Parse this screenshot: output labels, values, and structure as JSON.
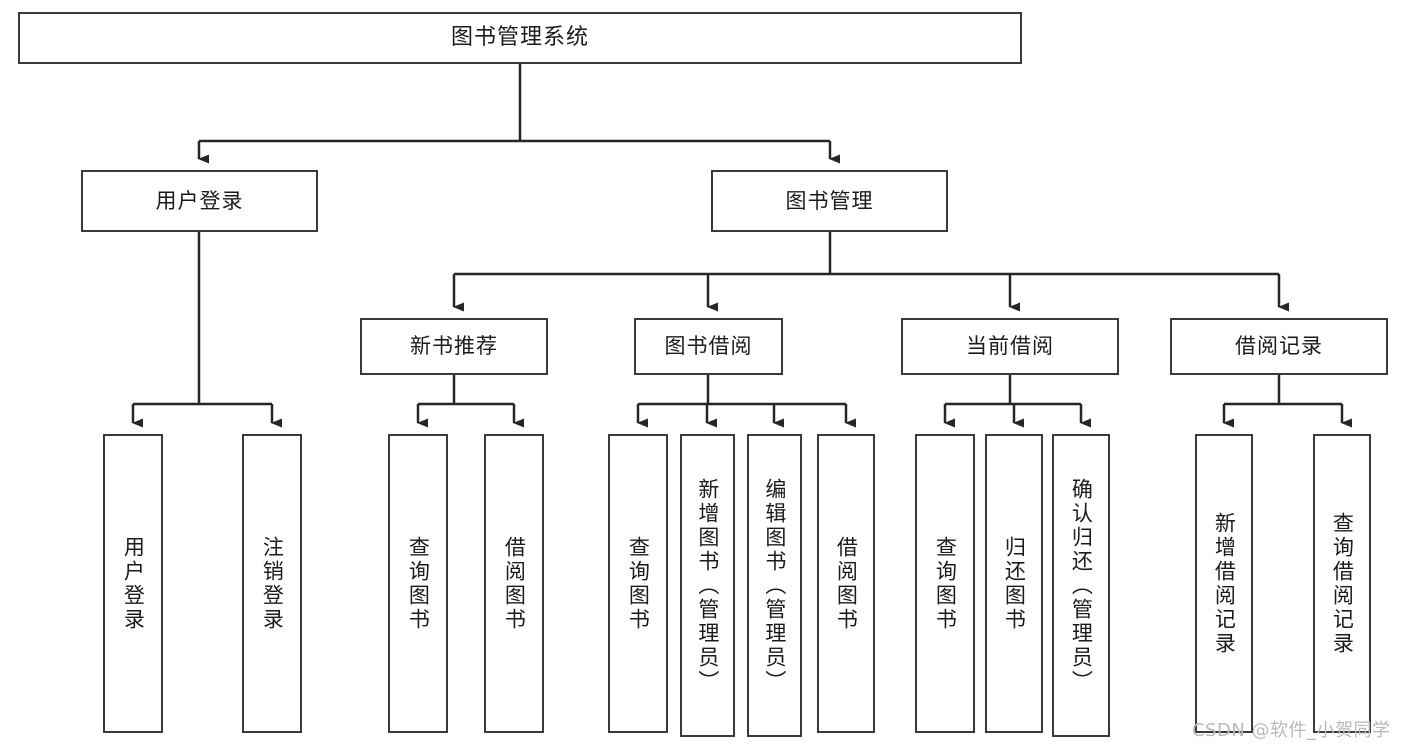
{
  "diagram": {
    "title": "图书管理系统",
    "type": "tree-hierarchy",
    "watermark": "CSDN @软件_小贺同学",
    "colors": {
      "box_border": "#3a3a3a",
      "connector": "#262626",
      "background": "#ffffff",
      "text": "#1b1b1b",
      "watermark": "#b9b9b9"
    },
    "root": {
      "label": "图书管理系统"
    },
    "level2": [
      {
        "label": "用户登录"
      },
      {
        "label": "图书管理"
      }
    ],
    "level3": [
      {
        "label": "新书推荐"
      },
      {
        "label": "图书借阅"
      },
      {
        "label": "当前借阅"
      },
      {
        "label": "借阅记录"
      }
    ],
    "leaves": {
      "user_login": [
        {
          "label": "用户登录"
        },
        {
          "label": "注销登录"
        }
      ],
      "new_book_recommend": [
        {
          "label": "查询图书"
        },
        {
          "label": "借阅图书"
        }
      ],
      "book_borrow": [
        {
          "label": "查询图书"
        },
        {
          "label": "新增图书（管理员）"
        },
        {
          "label": "编辑图书（管理员）"
        },
        {
          "label": "借阅图书"
        }
      ],
      "current_borrow": [
        {
          "label": "查询图书"
        },
        {
          "label": "归还图书"
        },
        {
          "label": "确认归还（管理员）"
        }
      ],
      "borrow_record": [
        {
          "label": "新增借阅记录"
        },
        {
          "label": "查询借阅记录"
        }
      ]
    }
  }
}
